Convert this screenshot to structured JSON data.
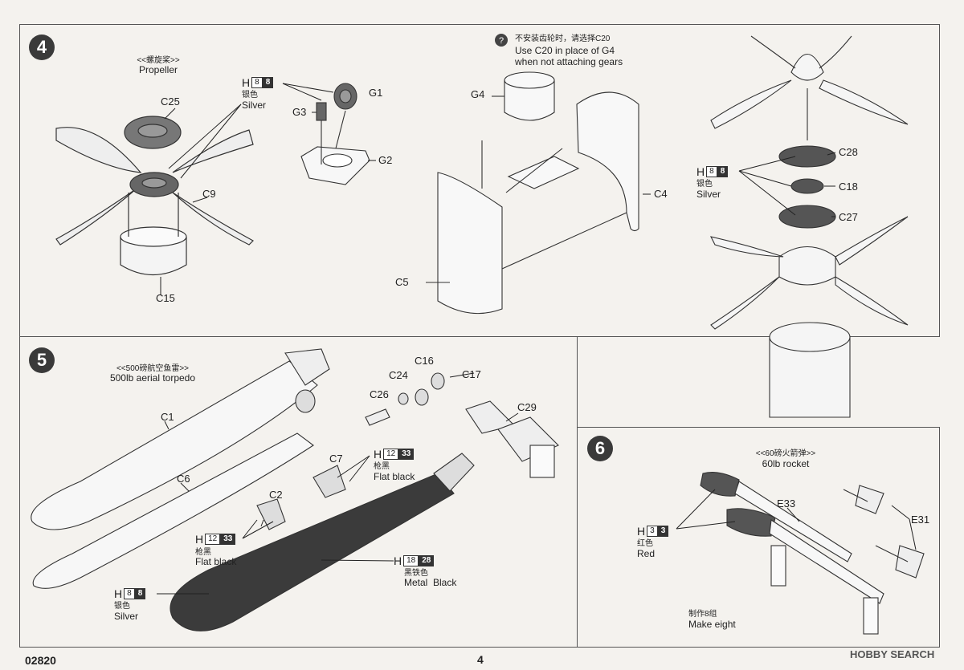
{
  "page": {
    "code": "02820",
    "number": "4",
    "watermark": "HOBBY SEARCH"
  },
  "step4": {
    "badge": "4",
    "propeller_cn": "<<螺旋桨>>",
    "propeller_en": "Propeller",
    "paint": {
      "letter": "H",
      "code1": "8",
      "code2": "8",
      "cn": "银色",
      "en": "Silver"
    },
    "parts": {
      "c25": "C25",
      "c9": "C9",
      "c15": "C15",
      "g1": "G1",
      "g2": "G2",
      "g3": "G3",
      "g4": "G4",
      "c4": "C4",
      "c5": "C5"
    },
    "note": {
      "cn": "不安装齿轮时，请选择C20",
      "en1": "Use C20 in place of G4",
      "en2": "when not attaching gears"
    },
    "right_paint": {
      "letter": "H",
      "code1": "8",
      "code2": "8",
      "cn": "银色",
      "en": "Silver"
    },
    "right_parts": {
      "c28": "C28",
      "c18": "C18",
      "c27": "C27"
    }
  },
  "step5": {
    "badge": "5",
    "title_cn": "<<500磅航空鱼雷>>",
    "title_en": "500lb aerial torpedo",
    "parts": {
      "c1": "C1",
      "c6": "C6",
      "c2": "C2",
      "c7": "C7",
      "c16": "C16",
      "c24": "C24",
      "c17": "C17",
      "c26": "C26",
      "c29": "C29"
    },
    "paint_flat1": {
      "letter": "H",
      "code1": "12",
      "code2": "33",
      "cn": "枪黑",
      "en": "Flat black"
    },
    "paint_flat2": {
      "letter": "H",
      "code1": "12",
      "code2": "33",
      "cn": "枪黑",
      "en": "Flat black"
    },
    "paint_metal": {
      "letter": "H",
      "code1": "18",
      "code2": "28",
      "cn": "黑铁色",
      "en": "Metal  Black"
    },
    "paint_silver": {
      "letter": "H",
      "code1": "8",
      "code2": "8",
      "cn": "银色",
      "en": "Silver"
    }
  },
  "step6": {
    "badge": "6",
    "title_cn": "<<60磅火箭弹>>",
    "title_en": "60lb rocket",
    "parts": {
      "e33": "E33",
      "e31": "E31"
    },
    "paint_red": {
      "letter": "H",
      "code1": "3",
      "code2": "3",
      "cn": "红色",
      "en": "Red"
    },
    "make_cn": "制作8组",
    "make_en": "Make eight"
  }
}
